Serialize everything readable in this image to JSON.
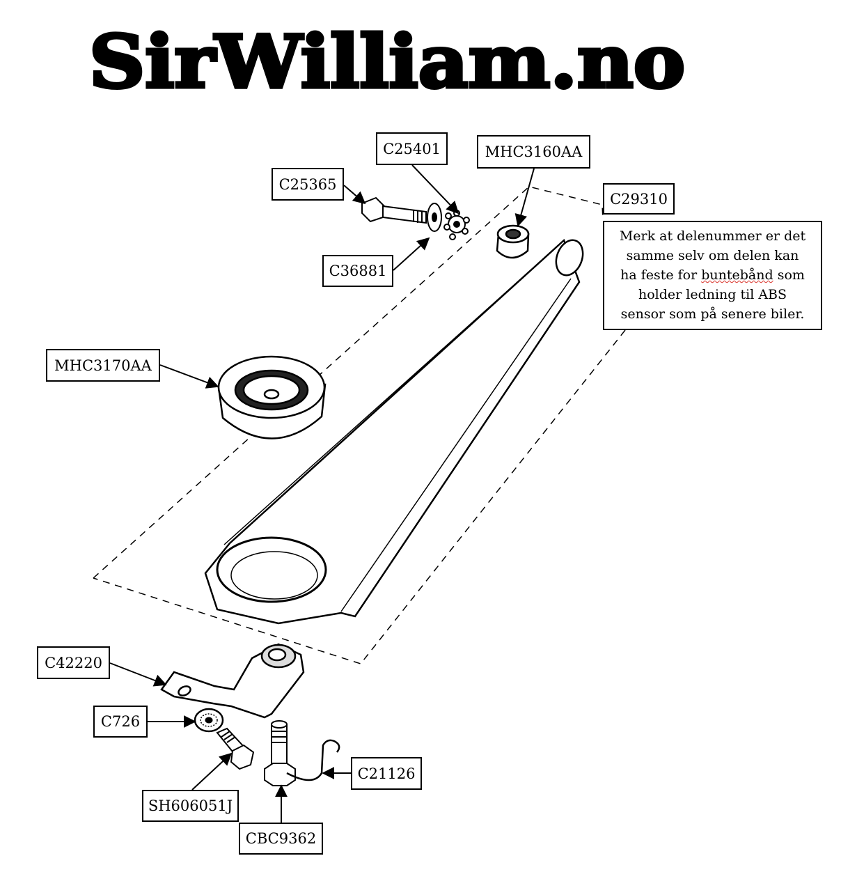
{
  "header": {
    "logo_text": "SirWilliam.no"
  },
  "parts": {
    "c25401": "C25401",
    "mhc3160aa": "MHC3160AA",
    "c25365": "C25365",
    "c29310": "C29310",
    "c36881": "C36881",
    "mhc3170aa": "MHC3170AA",
    "c42220": "C42220",
    "c726": "C726",
    "c21126": "C21126",
    "sh606051j": "SH606051J",
    "cbc9362": "CBC9362"
  },
  "note": {
    "line1": "Merk at delenummer er det",
    "line2": "samme selv om delen kan",
    "line3_before": "ha feste for ",
    "line3_word": "buntebånd",
    "line3_after": " som",
    "line4": "holder ledning til ABS",
    "line5": "sensor som på senere biler."
  }
}
